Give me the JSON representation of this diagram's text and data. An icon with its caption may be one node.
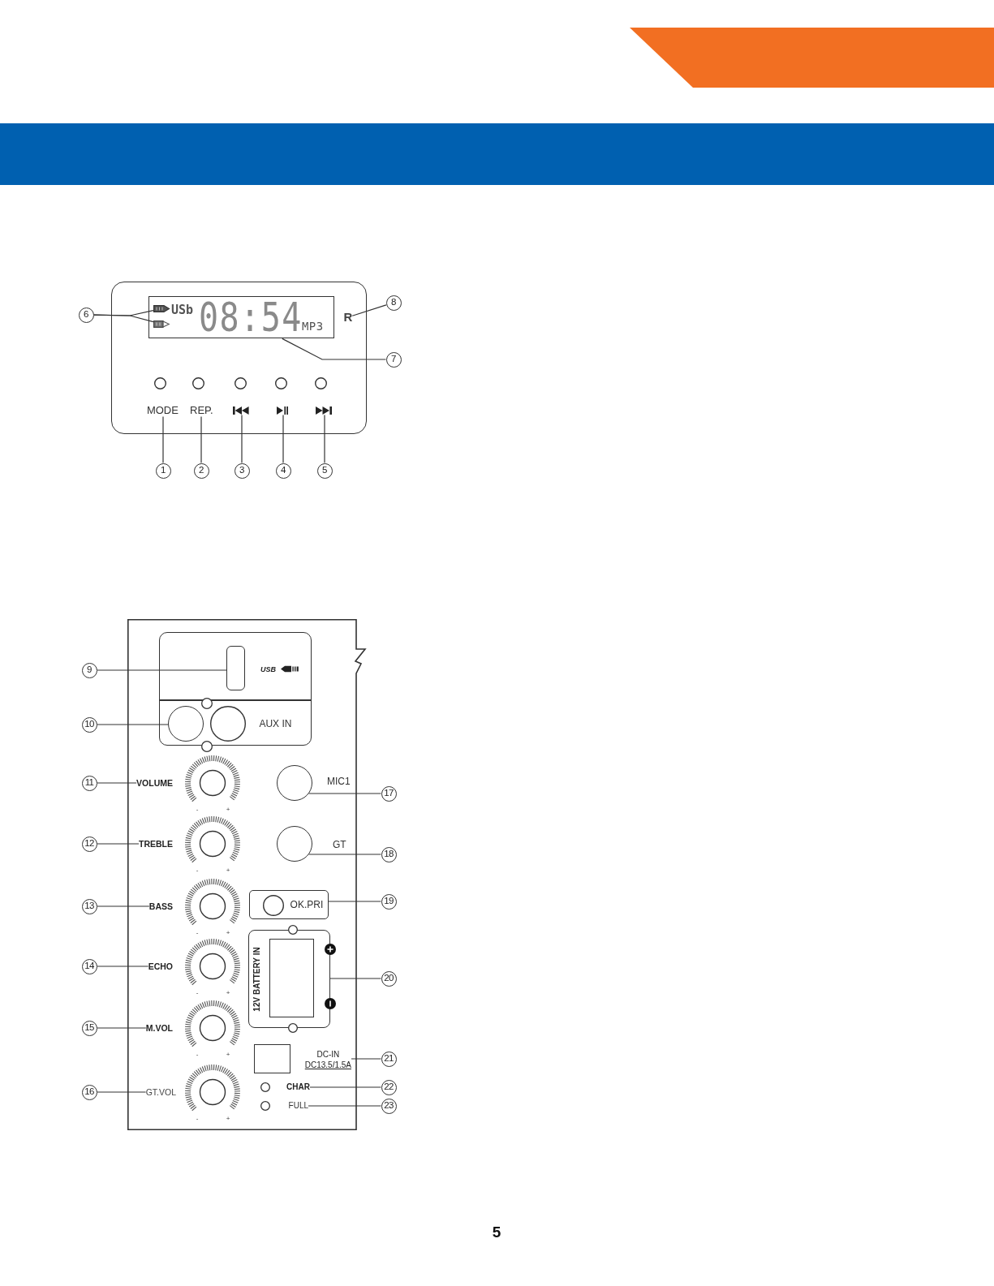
{
  "diagram": {
    "nodes": [
      {
        "text": [],
        "shape": "box"
      },
      {
        "text": [
          "6"
        ]
      },
      {
        "text": [
          "USb",
          "08:54",
          "MP3"
        ],
        "in": 0
      },
      {
        "text": [],
        "shape": "picture",
        "in": 2
      },
      {
        "text": [],
        "shape": "picture",
        "in": 2
      },
      {
        "text": [
          "R"
        ],
        "in": 0
      },
      {
        "text": [
          "8"
        ]
      },
      {
        "text": [
          "7"
        ]
      },
      {
        "text": [
          "MODE"
        ],
        "in": 0
      },
      {
        "text": [
          "REP."
        ],
        "in": 0
      },
      {
        "text": [],
        "shape": "picture",
        "in": 0
      },
      {
        "text": [],
        "shape": "picture",
        "in": 0
      },
      {
        "text": [],
        "shape": "picture",
        "in": 0
      },
      {
        "text": [
          "1"
        ]
      },
      {
        "text": [
          "2"
        ]
      },
      {
        "text": [
          "3"
        ]
      },
      {
        "text": [
          "4"
        ]
      },
      {
        "text": [
          "5"
        ]
      },
      {
        "text": [],
        "shape": "box"
      },
      {
        "text": [
          "9"
        ]
      },
      {
        "text": [
          "AUX IN"
        ],
        "in": 18
      },
      {
        "text": [],
        "shape": "box",
        "in": 20
      },
      {
        "text": [
          "10"
        ]
      },
      {
        "text": [],
        "shape": "circle",
        "in": 20
      },
      {
        "text": [
          "11"
        ]
      },
      {
        "text": [
          "VOLUME"
        ],
        "in": 18
      },
      {
        "text": [],
        "shape": "circle",
        "beside": [
          "MIC1"
        ],
        "in": 18
      },
      {
        "text": [
          "17"
        ]
      },
      {
        "text": [
          "12"
        ]
      },
      {
        "text": [
          "TREBLE"
        ],
        "in": 18
      },
      {
        "text": [],
        "shape": "circle",
        "beside": [
          "GT"
        ],
        "in": 18
      },
      {
        "text": [
          "18"
        ]
      },
      {
        "text": [
          "13"
        ]
      },
      {
        "text": [
          "BASS"
        ],
        "in": 18
      },
      {
        "text": [
          "OK.PRI"
        ],
        "in": 18
      },
      {
        "text": [
          "19"
        ]
      },
      {
        "text": [
          "14"
        ]
      },
      {
        "text": [
          "ECHO"
        ],
        "in": 18
      },
      {
        "text": [
          "12V BATTERY IN"
        ],
        "in": 18
      },
      {
        "text": [
          "20"
        ]
      },
      {
        "text": [
          "15"
        ]
      },
      {
        "text": [
          "M.VOL"
        ],
        "in": 18
      },
      {
        "text": [
          "DC-IN",
          "DC13.5/1.5A"
        ],
        "in": 18
      },
      {
        "text": [
          "21"
        ]
      },
      {
        "text": [
          "16"
        ]
      },
      {
        "text": [
          "GT.VOL"
        ],
        "in": 18
      },
      {
        "text": [
          "CHAR"
        ],
        "in": 18
      },
      {
        "text": [
          "22"
        ]
      },
      {
        "text": [
          "FULL"
        ],
        "in": 18
      },
      {
        "text": [
          "23"
        ]
      }
    ],
    "edges": [
      {
        "from": 13,
        "to": 8,
        "arrow": "none"
      },
      {
        "from": 14,
        "to": 9,
        "arrow": "none"
      },
      {
        "from": 15,
        "to": 10,
        "arrow": "none"
      },
      {
        "from": 16,
        "to": 11,
        "arrow": "none"
      },
      {
        "from": 17,
        "to": 12,
        "arrow": "none"
      },
      {
        "from": 1,
        "to": 3,
        "arrow": "none"
      },
      {
        "from": 1,
        "to": 4,
        "arrow": "none"
      },
      {
        "from": 7,
        "to": 2,
        "arrow": "none"
      },
      {
        "from": 6,
        "to": 5,
        "arrow": "none"
      },
      {
        "from": 19,
        "to": 21,
        "arrow": "none"
      },
      {
        "from": 22,
        "to": 23,
        "arrow": "none"
      },
      {
        "from": 24,
        "to": 25,
        "arrow": "none"
      },
      {
        "from": 28,
        "to": 29,
        "arrow": "none"
      },
      {
        "from": 32,
        "to": 33,
        "arrow": "none"
      },
      {
        "from": 36,
        "to": 37,
        "arrow": "none"
      },
      {
        "from": 40,
        "to": 41,
        "arrow": "none"
      },
      {
        "from": 44,
        "to": 45,
        "arrow": "none"
      },
      {
        "from": 27,
        "to": 26,
        "arrow": "none"
      },
      {
        "from": 31,
        "to": 30,
        "arrow": "none"
      },
      {
        "from": 35,
        "to": 34,
        "arrow": "none"
      },
      {
        "from": 39,
        "to": 38,
        "arrow": "none"
      },
      {
        "from": 43,
        "to": 42,
        "arrow": "none"
      },
      {
        "from": 47,
        "to": 46,
        "arrow": "none"
      },
      {
        "from": 49,
        "to": 48,
        "arrow": "none"
      }
    ],
    "labels": [
      "USB",
      "-",
      "+",
      "-",
      "+",
      "-",
      "+",
      "-",
      "+",
      "-",
      "+",
      "-",
      "+",
      "5"
    ]
  }
}
